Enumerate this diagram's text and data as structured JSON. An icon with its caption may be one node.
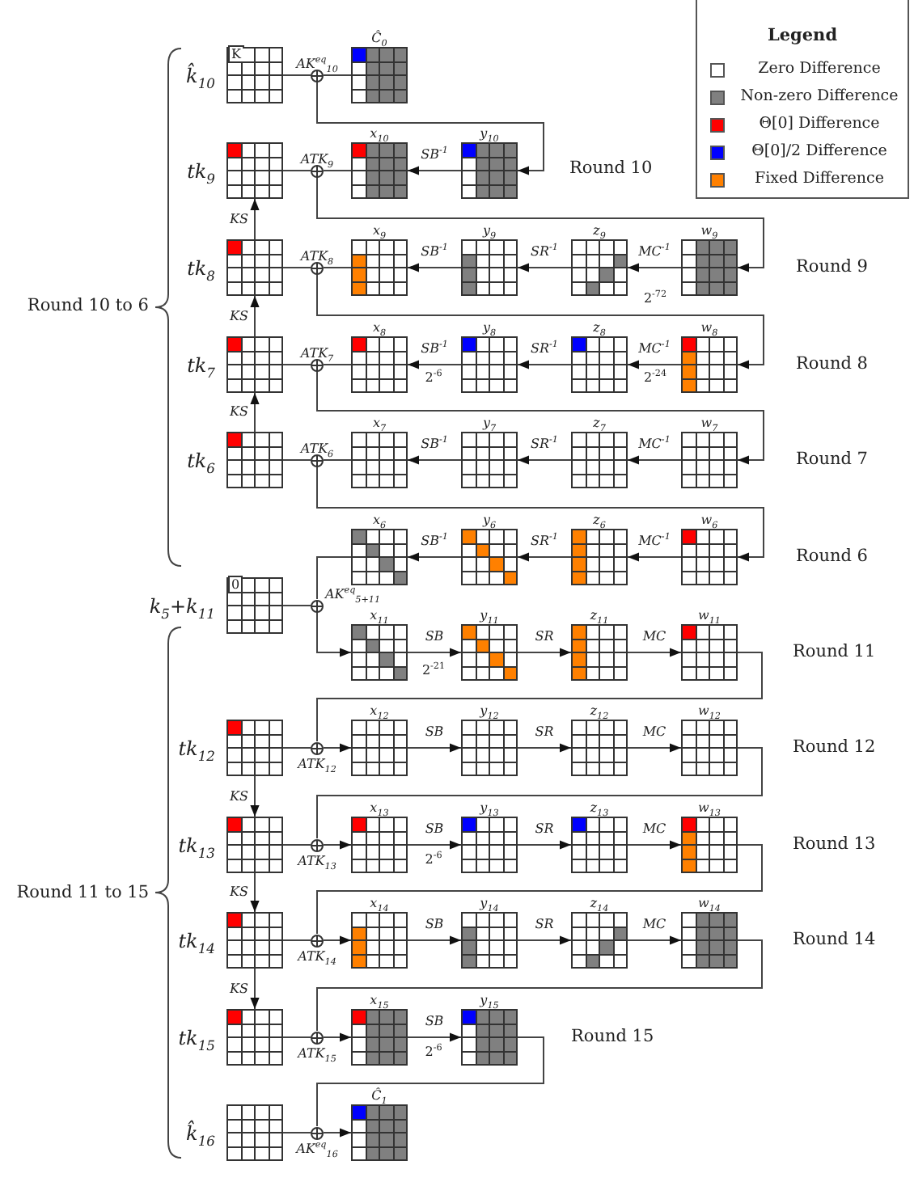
{
  "diagram": {
    "nodes": [
      {
        "text": [
          "K"
        ],
        "beside": [
          "k̂$_{10}$"
        ]
      },
      {
        "text": [],
        "shape": "circle",
        "beside": [
          "AK$^{eq}$$_{10}$"
        ]
      },
      {
        "text": [],
        "shape": "grid",
        "beside": [
          "Ĉ$_{0}$"
        ]
      },
      {
        "text": [],
        "shape": "grid",
        "beside": [
          "tk$_{9}$"
        ]
      },
      {
        "text": [],
        "shape": "circle",
        "beside": [
          "ATK$_{9}$"
        ]
      },
      {
        "text": [],
        "shape": "grid",
        "beside": [
          "x$_{10}$"
        ]
      },
      {
        "text": [],
        "shape": "grid",
        "beside": [
          "y$_{10}$"
        ]
      },
      {
        "text": [],
        "shape": "grid",
        "beside": [
          "tk$_{8}$"
        ]
      },
      {
        "text": [],
        "shape": "circle",
        "beside": [
          "ATK$_{8}$"
        ]
      },
      {
        "text": [],
        "shape": "grid",
        "beside": [
          "x$_{9}$"
        ]
      },
      {
        "text": [],
        "shape": "grid",
        "beside": [
          "y$_{9}$"
        ]
      },
      {
        "text": [],
        "shape": "grid",
        "beside": [
          "z$_{9}$"
        ]
      },
      {
        "text": [],
        "shape": "grid",
        "beside": [
          "w$_{9}$"
        ]
      },
      {
        "text": [],
        "shape": "grid",
        "beside": [
          "tk$_{7}$"
        ]
      },
      {
        "text": [],
        "shape": "circle",
        "beside": [
          "ATK$_{7}$"
        ]
      },
      {
        "text": [],
        "shape": "grid",
        "beside": [
          "x$_{8}$"
        ]
      },
      {
        "text": [],
        "shape": "grid",
        "beside": [
          "y$_{8}$"
        ]
      },
      {
        "text": [],
        "shape": "grid",
        "beside": [
          "z$_{8}$"
        ]
      },
      {
        "text": [],
        "shape": "grid",
        "beside": [
          "w$_{8}$"
        ]
      },
      {
        "text": [],
        "shape": "grid",
        "beside": [
          "tk$_{6}$"
        ]
      },
      {
        "text": [],
        "shape": "circle",
        "beside": [
          "ATK$_{6}$"
        ]
      },
      {
        "text": [],
        "shape": "grid",
        "beside": [
          "x$_{7}$"
        ]
      },
      {
        "text": [],
        "shape": "grid",
        "beside": [
          "y$_{7}$"
        ]
      },
      {
        "text": [],
        "shape": "grid",
        "beside": [
          "z$_{7}$"
        ]
      },
      {
        "text": [],
        "shape": "grid",
        "beside": [
          "w$_{7}$"
        ]
      },
      {
        "text": [],
        "shape": "grid",
        "beside": [
          "x$_{6}$"
        ]
      },
      {
        "text": [],
        "shape": "grid",
        "beside": [
          "y$_{6}$"
        ]
      },
      {
        "text": [],
        "shape": "grid",
        "beside": [
          "z$_{6}$"
        ]
      },
      {
        "text": [],
        "shape": "grid",
        "beside": [
          "w$_{6}$"
        ]
      },
      {
        "text": [
          "0"
        ],
        "beside": [
          "k$_{5}$+k$_{11}$"
        ]
      },
      {
        "text": [],
        "shape": "circle",
        "beside": [
          "AK$^{eq}$$_{5+11}$"
        ]
      },
      {
        "text": [],
        "shape": "grid",
        "beside": [
          "x$_{11}$"
        ]
      },
      {
        "text": [],
        "shape": "grid",
        "beside": [
          "y$_{11}$"
        ]
      },
      {
        "text": [],
        "shape": "grid",
        "beside": [
          "z$_{11}$"
        ]
      },
      {
        "text": [],
        "shape": "grid",
        "beside": [
          "w$_{11}$"
        ]
      },
      {
        "text": [],
        "shape": "grid",
        "beside": [
          "tk$_{12}$"
        ]
      },
      {
        "text": [],
        "shape": "circle",
        "beside": [
          "ATK$_{12}$"
        ]
      },
      {
        "text": [],
        "shape": "grid",
        "beside": [
          "x$_{12}$"
        ]
      },
      {
        "text": [],
        "shape": "grid",
        "beside": [
          "y$_{12}$"
        ]
      },
      {
        "text": [],
        "shape": "grid",
        "beside": [
          "z$_{12}$"
        ]
      },
      {
        "text": [],
        "shape": "grid",
        "beside": [
          "w$_{12}$"
        ]
      },
      {
        "text": [],
        "shape": "grid",
        "beside": [
          "tk$_{13}$"
        ]
      },
      {
        "text": [],
        "shape": "circle",
        "beside": [
          "ATK$_{13}$"
        ]
      },
      {
        "text": [],
        "shape": "grid",
        "beside": [
          "x$_{13}$"
        ]
      },
      {
        "text": [],
        "shape": "grid",
        "beside": [
          "y$_{13}$"
        ]
      },
      {
        "text": [],
        "shape": "grid",
        "beside": [
          "z$_{13}$"
        ]
      },
      {
        "text": [],
        "shape": "grid",
        "beside": [
          "w$_{13}$"
        ]
      },
      {
        "text": [],
        "shape": "grid",
        "beside": [
          "tk$_{14}$"
        ]
      },
      {
        "text": [],
        "shape": "circle",
        "beside": [
          "ATK$_{14}$"
        ]
      },
      {
        "text": [],
        "shape": "grid",
        "beside": [
          "x$_{14}$"
        ]
      },
      {
        "text": [],
        "shape": "grid",
        "beside": [
          "y$_{14}$"
        ]
      },
      {
        "text": [],
        "shape": "grid",
        "beside": [
          "z$_{14}$"
        ]
      },
      {
        "text": [],
        "shape": "grid",
        "beside": [
          "w$_{14}$"
        ]
      },
      {
        "text": [],
        "shape": "grid",
        "beside": [
          "tk$_{15}$"
        ]
      },
      {
        "text": [],
        "shape": "circle",
        "beside": [
          "ATK$_{15}$"
        ]
      },
      {
        "text": [],
        "shape": "grid",
        "beside": [
          "x$_{15}$"
        ]
      },
      {
        "text": [],
        "shape": "grid",
        "beside": [
          "y$_{15}$"
        ]
      },
      {
        "text": [],
        "shape": "grid",
        "beside": [
          "k̂$_{16}$"
        ]
      },
      {
        "text": [],
        "shape": "circle",
        "beside": [
          "AK$^{eq}$$_{16}$"
        ]
      },
      {
        "text": [],
        "shape": "grid",
        "beside": [
          "Ĉ$_{1}$"
        ]
      }
    ],
    "edges": [
      {
        "from": 0,
        "to": 1,
        "arrow": "none"
      },
      {
        "from": 2,
        "to": 1,
        "arrow": "none"
      },
      {
        "from": 1,
        "to": 6,
        "arrow": "to"
      },
      {
        "from": 6,
        "to": 5,
        "arrow": "to",
        "label": "SB$^{-1}$"
      },
      {
        "from": 5,
        "to": 4,
        "arrow": "none"
      },
      {
        "from": 3,
        "to": 4,
        "arrow": "none"
      },
      {
        "from": 4,
        "to": 12,
        "arrow": "to"
      },
      {
        "from": 12,
        "to": 11,
        "arrow": "to",
        "label": "MC$^{-1}$"
      },
      {
        "from": 11,
        "to": 10,
        "arrow": "to",
        "label": "SR$^{-1}$"
      },
      {
        "from": 10,
        "to": 9,
        "arrow": "to",
        "label": "SB$^{-1}$"
      },
      {
        "from": 9,
        "to": 8,
        "arrow": "none"
      },
      {
        "from": 7,
        "to": 8,
        "arrow": "none"
      },
      {
        "from": 8,
        "to": 18,
        "arrow": "to"
      },
      {
        "from": 18,
        "to": 17,
        "arrow": "to",
        "label": "MC$^{-1}$"
      },
      {
        "from": 17,
        "to": 16,
        "arrow": "to",
        "label": "SR$^{-1}$"
      },
      {
        "from": 16,
        "to": 15,
        "arrow": "to",
        "label": "SB$^{-1}$"
      },
      {
        "from": 15,
        "to": 14,
        "arrow": "none"
      },
      {
        "from": 13,
        "to": 14,
        "arrow": "none"
      },
      {
        "from": 14,
        "to": 24,
        "arrow": "to"
      },
      {
        "from": 24,
        "to": 23,
        "arrow": "to",
        "label": "MC$^{-1}$"
      },
      {
        "from": 23,
        "to": 22,
        "arrow": "to",
        "label": "SR$^{-1}$"
      },
      {
        "from": 22,
        "to": 21,
        "arrow": "to",
        "label": "SB$^{-1}$"
      },
      {
        "from": 21,
        "to": 20,
        "arrow": "none"
      },
      {
        "from": 19,
        "to": 20,
        "arrow": "none"
      },
      {
        "from": 20,
        "to": 28,
        "arrow": "to"
      },
      {
        "from": 28,
        "to": 27,
        "arrow": "to",
        "label": "MC$^{-1}$"
      },
      {
        "from": 27,
        "to": 26,
        "arrow": "to",
        "label": "SR$^{-1}$"
      },
      {
        "from": 26,
        "to": 25,
        "arrow": "to",
        "label": "SB$^{-1}$"
      },
      {
        "from": 25,
        "to": 30,
        "arrow": "none"
      },
      {
        "from": 29,
        "to": 30,
        "arrow": "none"
      },
      {
        "from": 30,
        "to": 31,
        "arrow": "to"
      },
      {
        "from": 31,
        "to": 32,
        "arrow": "to",
        "label": "SB"
      },
      {
        "from": 32,
        "to": 33,
        "arrow": "to",
        "label": "SR"
      },
      {
        "from": 33,
        "to": 34,
        "arrow": "to",
        "label": "MC"
      },
      {
        "from": 34,
        "to": 36,
        "arrow": "none"
      },
      {
        "from": 35,
        "to": 36,
        "arrow": "none"
      },
      {
        "from": 36,
        "to": 37,
        "arrow": "to"
      },
      {
        "from": 37,
        "to": 38,
        "arrow": "to",
        "label": "SB"
      },
      {
        "from": 38,
        "to": 39,
        "arrow": "to",
        "label": "SR"
      },
      {
        "from": 39,
        "to": 40,
        "arrow": "to",
        "label": "MC"
      },
      {
        "from": 40,
        "to": 42,
        "arrow": "none"
      },
      {
        "from": 41,
        "to": 42,
        "arrow": "none"
      },
      {
        "from": 42,
        "to": 43,
        "arrow": "to"
      },
      {
        "from": 43,
        "to": 44,
        "arrow": "to",
        "label": "SB"
      },
      {
        "from": 44,
        "to": 45,
        "arrow": "to",
        "label": "SR"
      },
      {
        "from": 45,
        "to": 46,
        "arrow": "to",
        "label": "MC"
      },
      {
        "from": 46,
        "to": 48,
        "arrow": "none"
      },
      {
        "from": 47,
        "to": 48,
        "arrow": "none"
      },
      {
        "from": 48,
        "to": 49,
        "arrow": "to"
      },
      {
        "from": 49,
        "to": 50,
        "arrow": "to",
        "label": "SB"
      },
      {
        "from": 50,
        "to": 51,
        "arrow": "to",
        "label": "SR"
      },
      {
        "from": 51,
        "to": 52,
        "arrow": "to",
        "label": "MC"
      },
      {
        "from": 52,
        "to": 54,
        "arrow": "none"
      },
      {
        "from": 53,
        "to": 54,
        "arrow": "none"
      },
      {
        "from": 54,
        "to": 55,
        "arrow": "to"
      },
      {
        "from": 55,
        "to": 56,
        "arrow": "to",
        "label": "SB"
      },
      {
        "from": 56,
        "to": 58,
        "arrow": "none"
      },
      {
        "from": 57,
        "to": 58,
        "arrow": "none"
      },
      {
        "from": 58,
        "to": 59,
        "arrow": "to"
      },
      {
        "from": 19,
        "to": 13,
        "arrow": "to",
        "label": "KS"
      },
      {
        "from": 13,
        "to": 7,
        "arrow": "to",
        "label": "KS"
      },
      {
        "from": 7,
        "to": 3,
        "arrow": "to",
        "label": "KS"
      },
      {
        "from": 35,
        "to": 41,
        "arrow": "to",
        "label": "KS"
      },
      {
        "from": 41,
        "to": 47,
        "arrow": "to",
        "label": "KS"
      },
      {
        "from": 47,
        "to": 53,
        "arrow": "to",
        "label": "KS"
      }
    ],
    "labels": [
      "Legend",
      "Round 10",
      "Round 9",
      "2$^{-72}$",
      "Round 10 to 6",
      "Round 8",
      "2$^{-6}$",
      "2$^{-24}$",
      "Round 7",
      "Round 6",
      "2$^{-21}$",
      "Round 11",
      "Round 12",
      "Round 13",
      "2$^{-6}$",
      "Round 11 to 15",
      "Round 14",
      "Round 15",
      "2$^{-6}$"
    ],
    "legend": [
      {
        "text": "Zero Difference",
        "color": "#ffffff"
      },
      {
        "text": "Non-zero Difference",
        "color": "#808080"
      },
      {
        "text": "Θ[0] Difference",
        "color": "#ff0000"
      },
      {
        "text": "Θ[0]/2 Difference",
        "color": "#0000ff"
      },
      {
        "text": "Fixed Difference",
        "color": "#ff8000"
      }
    ]
  }
}
